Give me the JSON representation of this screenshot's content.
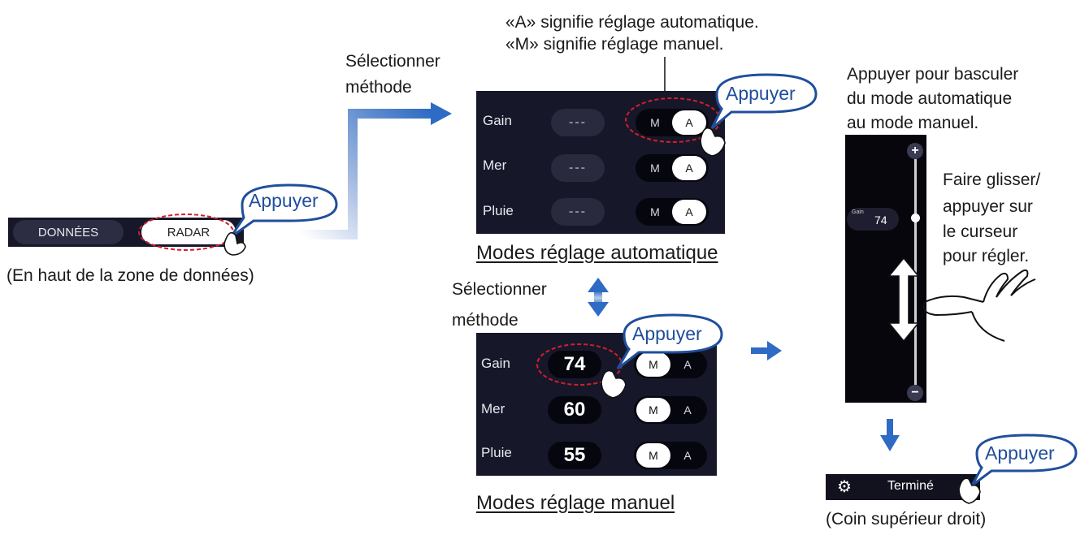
{
  "notes": {
    "auto_a": "«A» signifie réglage automatique.",
    "manual_m": "«M» signifie réglage manuel.",
    "select_method_1a": "Sélectionner",
    "select_method_1b": "méthode",
    "select_method_2a": "Sélectionner",
    "select_method_2b": "méthode",
    "data_area_top": "(En haut de la zone de données)",
    "auto_modes_title": "Modes réglage automatique",
    "manual_modes_title": "Modes réglage manuel",
    "switch_mode_1": "Appuyer pour basculer",
    "switch_mode_2": "du mode automatique",
    "switch_mode_3": "au mode manuel.",
    "slider_hint_1": "Faire glisser/",
    "slider_hint_2": "appuyer sur",
    "slider_hint_3": "le curseur",
    "slider_hint_4": "pour régler.",
    "corner": "(Coin supérieur droit)"
  },
  "callouts": {
    "tap_radar": "Appuyer",
    "tap_auto": "Appuyer",
    "tap_manual": "Appuyer",
    "tap_done": "Appuyer"
  },
  "tab_bar": {
    "data_tab": "DONNÉES",
    "radar_tab": "RADAR"
  },
  "auto_panel": {
    "rows": [
      {
        "label": "Gain",
        "value": "---",
        "m": "M",
        "a": "A"
      },
      {
        "label": "Mer",
        "value": "---",
        "m": "M",
        "a": "A"
      },
      {
        "label": "Pluie",
        "value": "---",
        "m": "M",
        "a": "A"
      }
    ]
  },
  "manual_panel": {
    "rows": [
      {
        "label": "Gain",
        "value": "74",
        "m": "M",
        "a": "A"
      },
      {
        "label": "Mer",
        "value": "60",
        "m": "M",
        "a": "A"
      },
      {
        "label": "Pluie",
        "value": "55",
        "m": "M",
        "a": "A"
      }
    ]
  },
  "slider": {
    "plus": "+",
    "minus": "−",
    "label": "Gain",
    "value": "74",
    "level": 0.74
  },
  "done_bar": {
    "label": "Terminé",
    "icon": "gears-icon"
  },
  "colors": {
    "panel_bg": "#17172a",
    "callout_blue": "#1f4e9c",
    "arrow_blue": "#2e6bc4",
    "dash_red": "#d21f2a"
  }
}
